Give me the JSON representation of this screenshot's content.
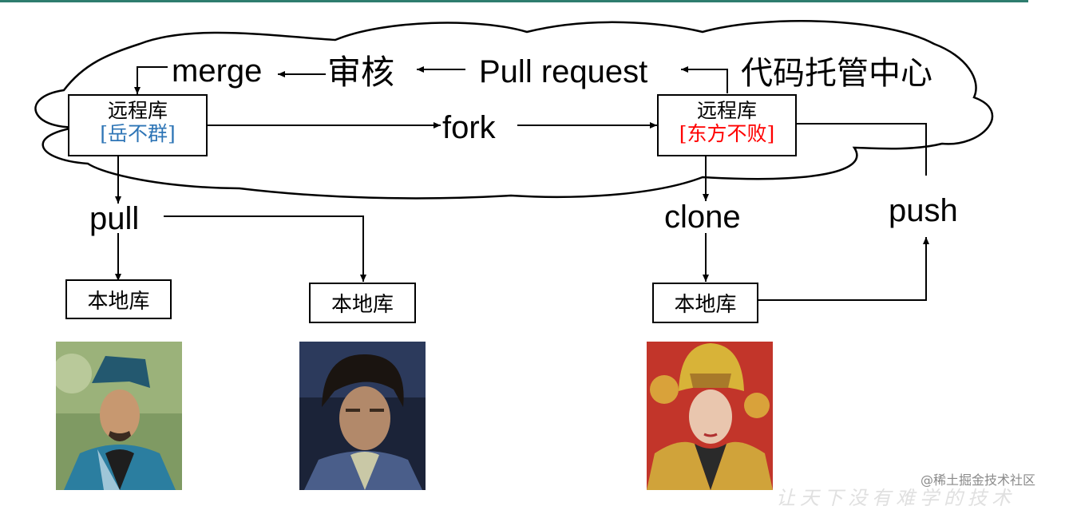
{
  "labels": {
    "merge": "merge",
    "review": "审核",
    "pull_request": "Pull request",
    "hosting_center": "代码托管中心",
    "fork": "fork",
    "pull": "pull",
    "clone": "clone",
    "push": "push"
  },
  "remote_left": {
    "title": "远程库",
    "owner": "[岳不群]",
    "owner_color": "#2e75b6"
  },
  "remote_right": {
    "title": "远程库",
    "owner": "[东方不败]",
    "owner_color": "#ff0000"
  },
  "local_repo_label": "本地库",
  "photos": [
    {
      "icon": "character-photo-yue-buqun"
    },
    {
      "icon": "character-photo-linghu-chong"
    },
    {
      "icon": "character-photo-dongfang-bubai"
    }
  ],
  "watermark": "@稀土掘金技术社区",
  "footer_text": "让天下没有难学的技术",
  "colors": {
    "top_bar": "#2e7d6e",
    "left_owner": "#2e75b6",
    "right_owner": "#ff0000"
  }
}
